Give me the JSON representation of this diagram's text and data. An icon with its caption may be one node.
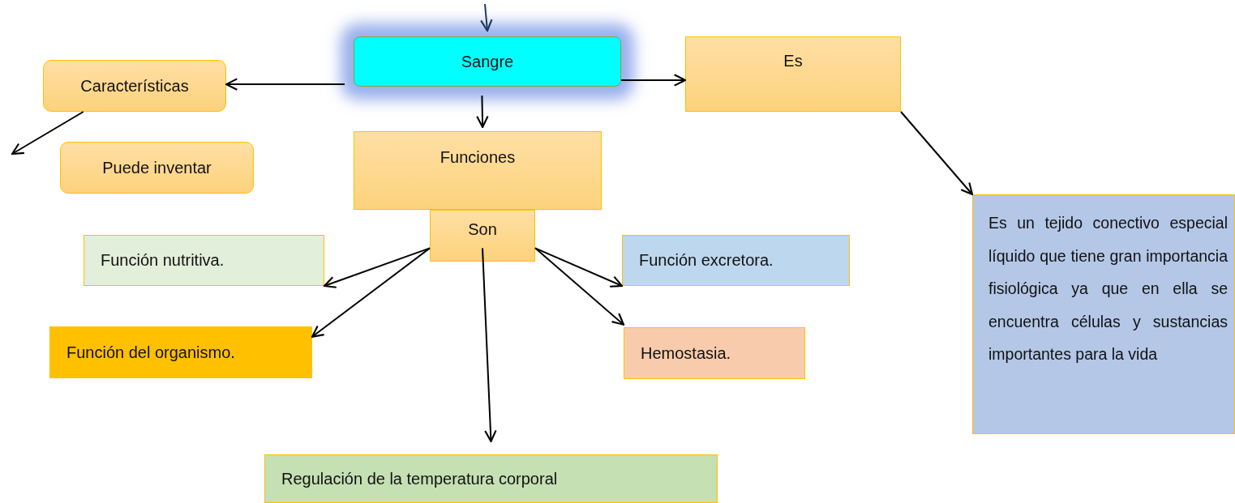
{
  "diagram": {
    "nodes": [
      {
        "text": [
          "Sangre"
        ]
      },
      {
        "text": [
          "Características"
        ]
      },
      {
        "text": [
          "Puede inventar"
        ]
      },
      {
        "text": [
          "Es"
        ]
      },
      {
        "text": [
          "Funciones"
        ]
      },
      {
        "text": [
          "Son"
        ]
      },
      {
        "text": [
          "Función nutritiva."
        ]
      },
      {
        "text": [
          "Función excretora."
        ]
      },
      {
        "text": [
          "Función del organismo."
        ]
      },
      {
        "text": [
          "Hemostasia."
        ]
      },
      {
        "text": [
          "Regulación de la temperatura corporal"
        ]
      },
      {
        "text": [
          "Es un tejido conectivo especial líquido que tiene gran importancia fisiológica ya que en ella se encuentra células y sustancias importantes para la vida"
        ]
      }
    ],
    "edges": [
      {
        "from": null,
        "to": 0,
        "arrow": "to",
        "color": "#1f3864"
      },
      {
        "from": 0,
        "to": 1,
        "arrow": "to"
      },
      {
        "from": 1,
        "to": null,
        "arrow": "to"
      },
      {
        "from": 0,
        "to": 4,
        "arrow": "to"
      },
      {
        "from": 0,
        "to": 3,
        "arrow": "to"
      },
      {
        "from": 3,
        "to": 11,
        "arrow": "to"
      },
      {
        "from": 5,
        "to": 6,
        "arrow": "to"
      },
      {
        "from": 5,
        "to": 8,
        "arrow": "to"
      },
      {
        "from": 5,
        "to": 7,
        "arrow": "to"
      },
      {
        "from": 5,
        "to": 9,
        "arrow": "to"
      },
      {
        "from": 5,
        "to": 10,
        "arrow": "to"
      }
    ]
  }
}
